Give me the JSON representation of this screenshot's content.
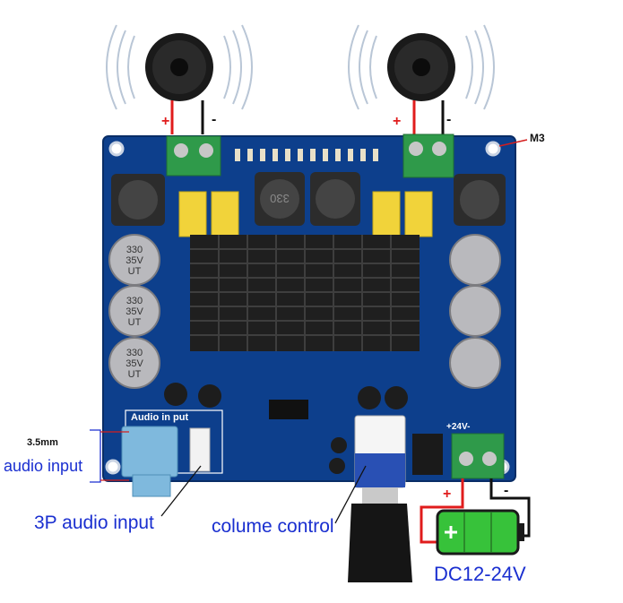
{
  "labels": {
    "aux_35mm": "3.5mm",
    "audio_input": "audio input",
    "three_pin_audio_input": "3P audio input",
    "volume_control": "colume control",
    "power_supply": "DC12-24V",
    "mount_hole": "M3",
    "audio_in_silkscreen": "Audio in put",
    "plus_24v_silkscreen": "+24V-"
  },
  "polarity": {
    "plus": "+",
    "minus": "-"
  },
  "capacitor_text": [
    "330",
    "35V",
    "UT"
  ],
  "inductor_text": "330",
  "colors": {
    "pcb": "#0d3f8c",
    "label_blue": "#1a2fd0",
    "terminal_green": "#2f9a4a",
    "heatsink": "#1f1f1f",
    "wire_red": "#e01c1c",
    "wire_black": "#111111",
    "battery_green": "#37c23a"
  },
  "icons": [
    "speaker-icon",
    "battery-icon",
    "sound-wave-icon"
  ]
}
